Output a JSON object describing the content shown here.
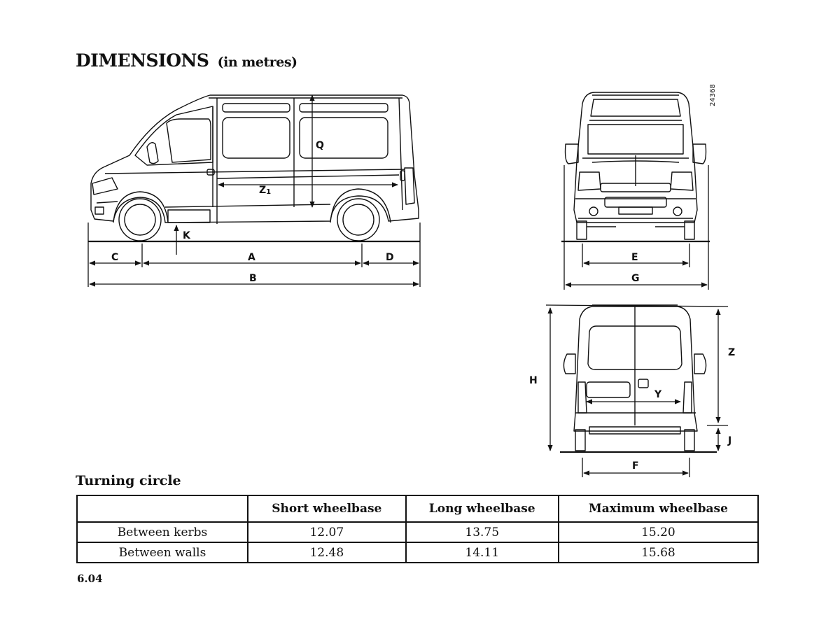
{
  "page": {
    "title": "DIMENSIONS",
    "title_suffix": "(in metres)",
    "figure_ref": "24368",
    "page_number": "6.04"
  },
  "side_view": {
    "labels": {
      "c": "C",
      "a": "A",
      "d": "D",
      "b": "B",
      "k": "K",
      "q": "Q",
      "z1": "Z",
      "z1_sub": "1"
    }
  },
  "front_view": {
    "labels": {
      "e": "E",
      "g": "G"
    }
  },
  "rear_view": {
    "labels": {
      "h": "H",
      "y": "Y",
      "z": "Z",
      "j": "J",
      "f": "F"
    }
  },
  "turning_circle": {
    "heading": "Turning circle",
    "columns": [
      "",
      "Short wheelbase",
      "Long wheelbase",
      "Maximum wheelbase"
    ],
    "rows": [
      {
        "label": "Between kerbs",
        "values": [
          "12.07",
          "13.75",
          "15.20"
        ]
      },
      {
        "label": "Between walls",
        "values": [
          "12.48",
          "14.11",
          "15.68"
        ]
      }
    ]
  }
}
